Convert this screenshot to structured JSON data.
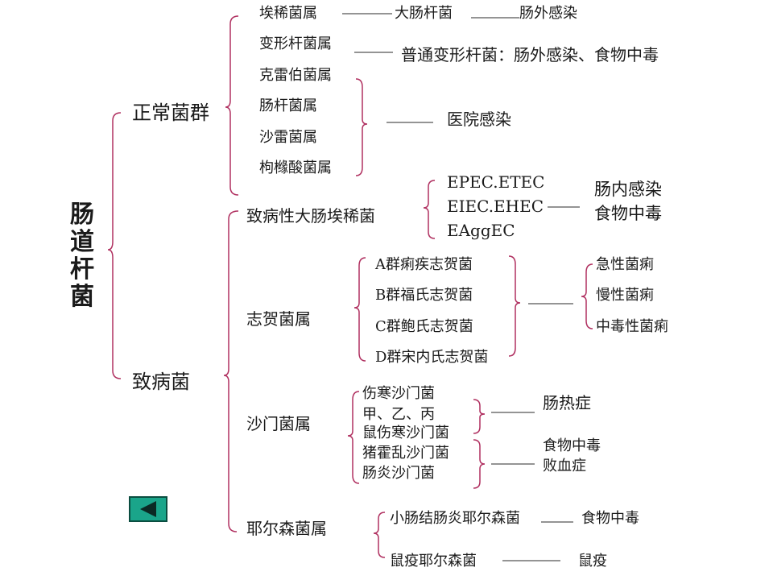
{
  "root": {
    "chars": [
      "肠",
      "道",
      "杆",
      "菌"
    ]
  },
  "normal": {
    "title": "正常菌群",
    "genera": [
      "埃稀菌属",
      "变形杆菌属",
      "克雷伯菌属",
      "肠杆菌属",
      "沙雷菌属",
      "枸橼酸菌属"
    ],
    "e_species": "大肠杆菌",
    "e_disease": "肠外感染",
    "proteus": "普通变形杆菌：肠外感染、食物中毒",
    "hospital": "医院感染"
  },
  "pathogenic": {
    "title": "致病菌",
    "ecoli": {
      "name": "致病性大肠埃稀菌",
      "types": [
        "EPEC.ETEC",
        "EIEC.EHEC",
        "EAggEC"
      ],
      "diseases": [
        "肠内感染",
        "食物中毒"
      ]
    },
    "shigella": {
      "name": "志贺菌属",
      "species": [
        "A群痢疾志贺菌",
        "B群福氏志贺菌",
        "C群鲍氏志贺菌",
        "D群宋内氏志贺菌"
      ],
      "diseases": [
        "急性菌痢",
        "慢性菌痢",
        "中毒性菌痢"
      ]
    },
    "salmonella": {
      "name": "沙门菌属",
      "species": [
        "伤寒沙门菌",
        "甲、乙、丙",
        "鼠伤寒沙门菌",
        "猪霍乱沙门菌",
        "肠炎沙门菌"
      ],
      "disease_typhoid": "肠热症",
      "disease_other": [
        "食物中毒",
        "败血症"
      ]
    },
    "yersinia": {
      "name": "耶尔森菌属",
      "species": [
        "小肠结肠炎耶尔森菌",
        "鼠疫耶尔森菌"
      ],
      "diseases": [
        "食物中毒",
        "鼠疫"
      ]
    }
  },
  "colors": {
    "bracket": "#b03060",
    "line": "#555555",
    "button": "#1aa58a"
  },
  "nav": {
    "icon": "back-triangle-icon"
  }
}
